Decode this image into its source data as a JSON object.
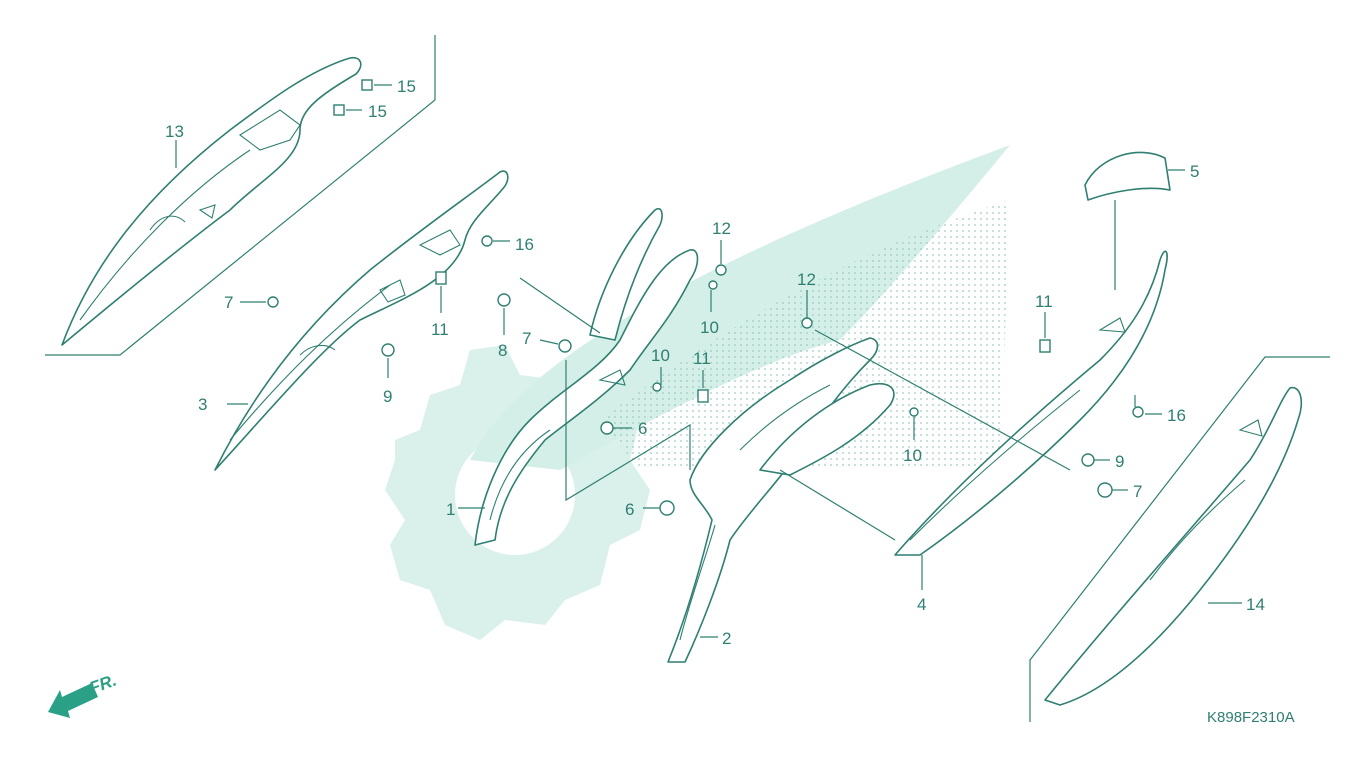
{
  "diagram_code": "K898F2310A",
  "direction_label": "FR.",
  "colors": {
    "ink": "#2f7f72",
    "watermark": "#cfeee6",
    "arrow": "#2aa187"
  },
  "callouts": [
    {
      "id": "c1",
      "text": "1"
    },
    {
      "id": "c2",
      "text": "2"
    },
    {
      "id": "c3",
      "text": "3"
    },
    {
      "id": "c4",
      "text": "4"
    },
    {
      "id": "c5",
      "text": "5"
    },
    {
      "id": "c6a",
      "text": "6"
    },
    {
      "id": "c6b",
      "text": "6"
    },
    {
      "id": "c7a",
      "text": "7"
    },
    {
      "id": "c7b",
      "text": "7"
    },
    {
      "id": "c7c",
      "text": "7"
    },
    {
      "id": "c8",
      "text": "8"
    },
    {
      "id": "c9a",
      "text": "9"
    },
    {
      "id": "c9b",
      "text": "9"
    },
    {
      "id": "c10a",
      "text": "10"
    },
    {
      "id": "c10b",
      "text": "10"
    },
    {
      "id": "c10c",
      "text": "10"
    },
    {
      "id": "c11a",
      "text": "11"
    },
    {
      "id": "c11b",
      "text": "11"
    },
    {
      "id": "c11c",
      "text": "11"
    },
    {
      "id": "c12a",
      "text": "12"
    },
    {
      "id": "c12b",
      "text": "12"
    },
    {
      "id": "c13",
      "text": "13"
    },
    {
      "id": "c14",
      "text": "14"
    },
    {
      "id": "c15a",
      "text": "15"
    },
    {
      "id": "c15b",
      "text": "15"
    },
    {
      "id": "c16a",
      "text": "16"
    },
    {
      "id": "c16b",
      "text": "16"
    }
  ]
}
